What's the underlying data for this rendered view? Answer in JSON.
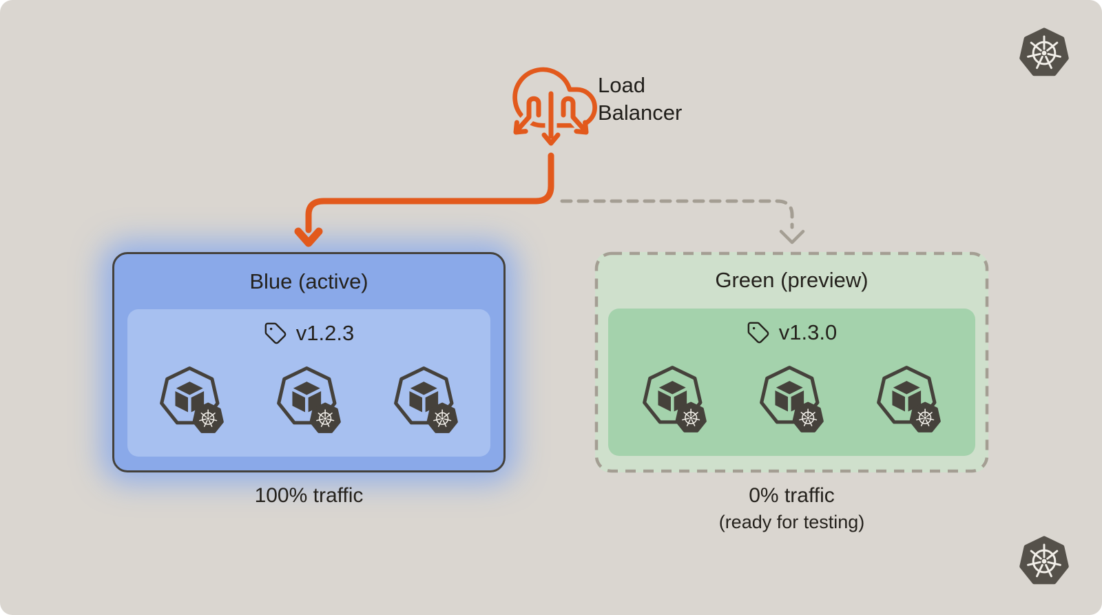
{
  "canvas": {
    "background_color": "#dad6d0",
    "accent_orange": "#e2591c",
    "dashed_gray": "#a49e93",
    "outline_dark": "#44413b",
    "text_color": "#24211c"
  },
  "load_balancer": {
    "label": "Load Balancer",
    "icon": "cloud-arrows-icon",
    "icon_color": "#e2591c"
  },
  "environments": {
    "blue": {
      "title": "Blue (active)",
      "version_label": "v1.2.3",
      "version_icon": "tag-icon",
      "pod_count": 3,
      "pod_icon": "kubernetes-pod-icon",
      "traffic_label": "100% traffic",
      "box_fill": "#8aa9e9",
      "panel_fill": "#a7c0f0",
      "border_style": "solid",
      "incoming_link": "solid-orange-arrow"
    },
    "green": {
      "title": "Green (preview)",
      "version_label": "v1.3.0",
      "version_icon": "tag-icon",
      "pod_count": 3,
      "pod_icon": "kubernetes-pod-icon",
      "traffic_label": "0% traffic",
      "note": "(ready for testing)",
      "box_fill": "#cfe0cc",
      "panel_fill": "#a4d2ac",
      "border_style": "dashed",
      "incoming_link": "dashed-gray-arrow"
    }
  },
  "branding": {
    "logo": "kubernetes-wheel-icon",
    "logo_color": "#55514a"
  }
}
